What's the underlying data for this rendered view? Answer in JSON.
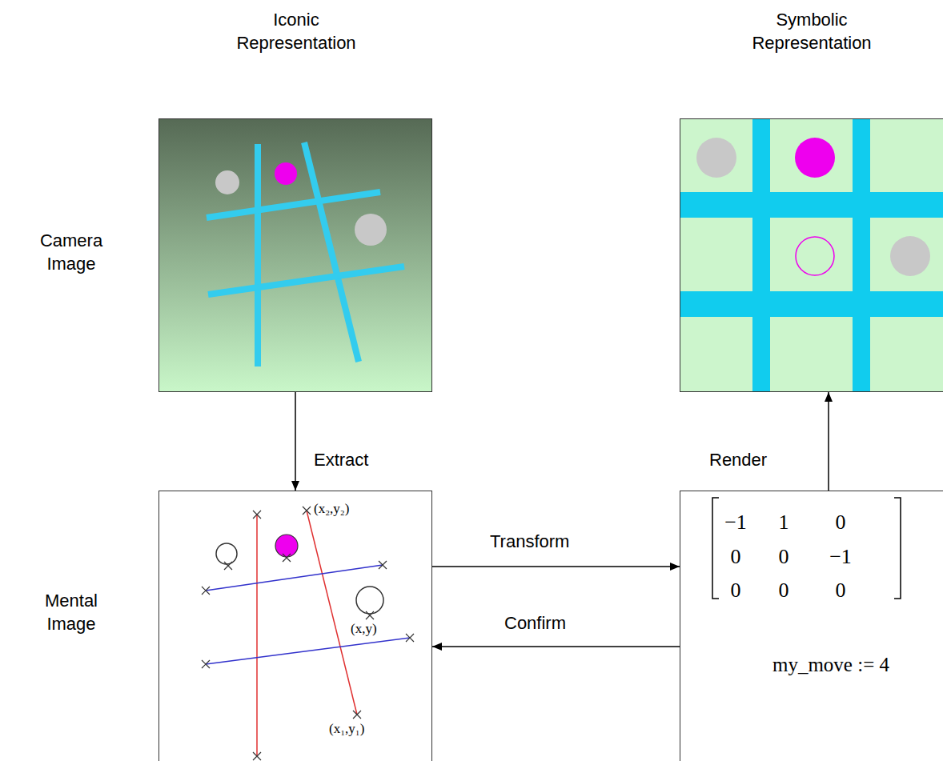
{
  "diagram": {
    "nodes": [
      {
        "text": [
          "Iconic Representation",
          "Camera Image"
        ]
      },
      {
        "text": [
          "Symbolic Representation"
        ]
      },
      {
        "text": [
          "Mental Image"
        ]
      },
      {
        "text": [
          "−1",
          "1",
          "0",
          "0",
          "0",
          "−1",
          "0",
          "0",
          "0",
          "my_move := 4"
        ]
      }
    ],
    "edges": [
      {
        "from": 0,
        "to": 2,
        "arrow": "to",
        "label": "Extract"
      },
      {
        "from": 2,
        "to": 3,
        "arrow": "to",
        "label": "Transform"
      },
      {
        "from": 3,
        "to": 2,
        "arrow": "to",
        "label": "Confirm"
      },
      {
        "from": 3,
        "to": 1,
        "arrow": "to",
        "label": "Render"
      }
    ],
    "labels": [
      "(x₂,y₂)",
      "(x,y)",
      "(x₁,y₁)"
    ]
  }
}
